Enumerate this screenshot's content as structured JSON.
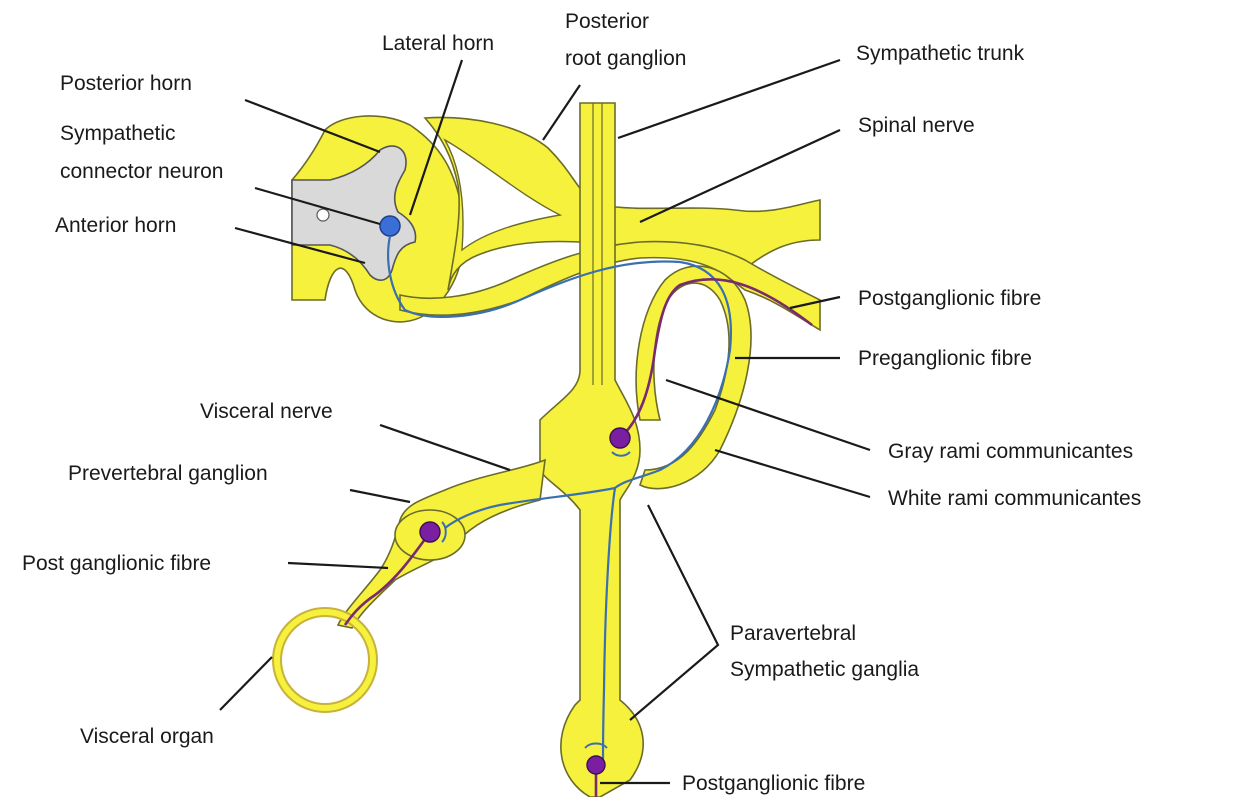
{
  "labels": {
    "posterior_root_ganglion_1": "Posterior",
    "posterior_root_ganglion_2": "root ganglion",
    "lateral_horn": "Lateral horn",
    "sympathetic_trunk": "Sympathetic trunk",
    "posterior_horn": "Posterior horn",
    "spinal_nerve": "Spinal nerve",
    "sympathetic_connector_1": "Sympathetic",
    "sympathetic_connector_2": "connector neuron",
    "anterior_horn": "Anterior horn",
    "postganglionic_fibre_top": "Postganglionic fibre",
    "preganglionic_fibre": "Preganglionic fibre",
    "visceral_nerve": "Visceral nerve",
    "gray_rami": "Gray rami communicantes",
    "prevertebral_ganglion": "Prevertebral ganglion",
    "white_rami": "White rami communicantes",
    "post_ganglionic_fibre_left": "Post ganglionic fibre",
    "paravertebral_1": "Paravertebral",
    "paravertebral_2": "Sympathetic ganglia",
    "visceral_organ": "Visceral organ",
    "postganglionic_fibre_bottom": "Postganglionic fibre"
  },
  "colors": {
    "nerve_fill": "#f6f13c",
    "grey_matter": "#d9d9d9",
    "neuron_blue": "#3b6fd8",
    "neuron_purple": "#7b1fa2",
    "fibre_blue": "#3a6fb0",
    "fibre_purple": "#7a2a6e"
  }
}
